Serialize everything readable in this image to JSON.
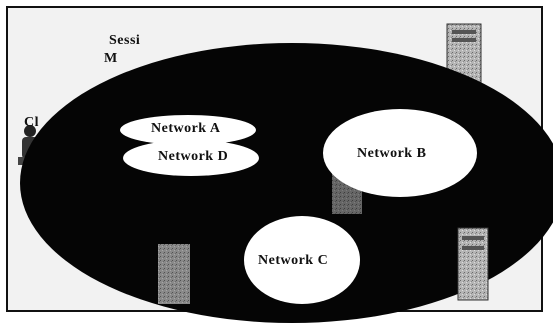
{
  "labels": {
    "session_manager_partial": "Sessi",
    "session_manager_line2_partial": "M",
    "client_partial": "Cl"
  },
  "networks": [
    {
      "id": "network-a",
      "label": "Network A"
    },
    {
      "id": "network-d",
      "label": "Network D"
    },
    {
      "id": "network-b",
      "label": "Network B"
    },
    {
      "id": "network-c",
      "label": "Network C"
    }
  ],
  "colors": {
    "background": "#f2f2f2",
    "main_ellipse": "#050505",
    "network_fill": "#ffffff",
    "frame_border": "#111111"
  }
}
